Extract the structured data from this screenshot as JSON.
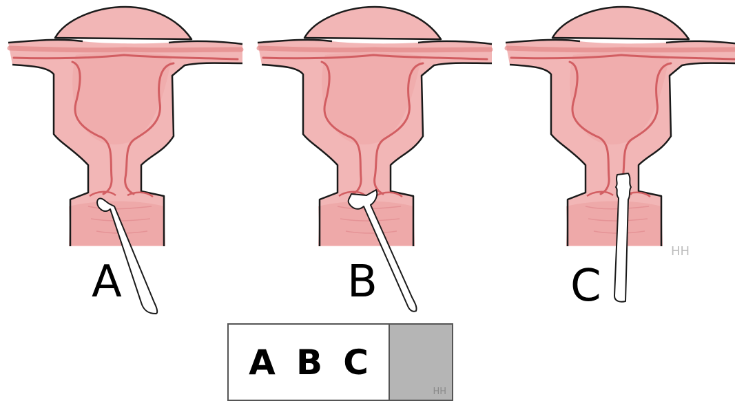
{
  "panels": [
    {
      "label": "A",
      "instrument": "rounded-tip-swab"
    },
    {
      "label": "B",
      "instrument": "spatula-brush"
    },
    {
      "label": "C",
      "instrument": "endocervical-brush"
    }
  ],
  "author_mark": "HH",
  "legend": {
    "letters": [
      "A",
      "B",
      "C"
    ],
    "author_mark": "HH"
  },
  "colors": {
    "tissue_fill": "#f2b6b6",
    "tissue_shade": "#e99898",
    "canal_line": "#d25e62",
    "outline": "#1a1a1a",
    "instrument": "#ffffff",
    "legend_grey": "#b5b5b5"
  }
}
